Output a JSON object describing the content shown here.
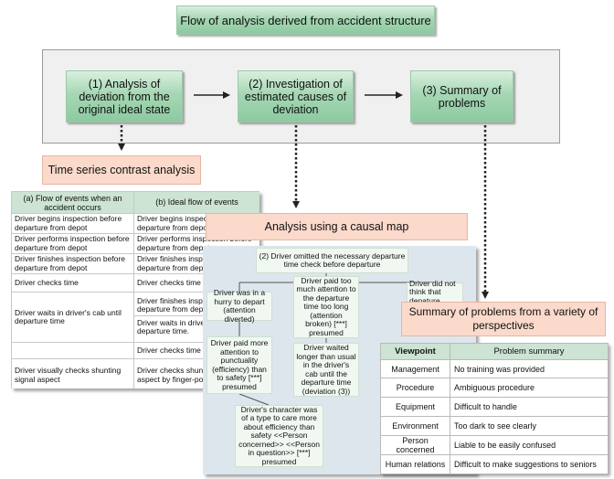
{
  "header": {
    "title": "Flow of analysis derived from accident structure"
  },
  "steps": [
    {
      "label": "(1) Analysis of deviation from the original ideal state"
    },
    {
      "label": "(2) Investigation of estimated causes of deviation"
    },
    {
      "label": "(3) Summary of problems"
    }
  ],
  "time_series": {
    "label": "Time series contrast analysis"
  },
  "causal": {
    "label": "Analysis using a causal map"
  },
  "summary_label": {
    "label": "Summary of problems from a variety of perspectives"
  },
  "events_table": {
    "col_a": "(a) Flow of events when an accident occurs",
    "col_b": "(b) Ideal flow of events",
    "rows": [
      {
        "a": "Driver begins inspection before departure from depot",
        "b": "Driver begins inspection before departure from depot"
      },
      {
        "a": "Driver performs inspection before departure from depot",
        "b": "Driver performs inspection before departure from depot"
      },
      {
        "a": "Driver finishes inspection before departure from depot",
        "b": "Driver finishes inspection before departure from depot"
      },
      {
        "a": "Driver checks time",
        "b": "Driver checks time"
      },
      {
        "a": "Driver waits in driver's cab until departure time",
        "b1": "Driver finishes inspection before departure from depot",
        "b2": "Driver waits in driver's cab until departure time."
      },
      {
        "a": "",
        "b": "Driver checks time"
      },
      {
        "a": "Driver visually checks shunting signal aspect",
        "b": "Driver checks shunting signal aspect by finger-pointing call."
      }
    ]
  },
  "causal_map": {
    "top": "(2) Driver omitted the necessary departure time check before departure",
    "nodes": [
      "Driver was in a hurry to depart (attention diverted)",
      "Driver paid too much attention to the departure time too long (attention broken) [***] presumed",
      "Driver did not think that depature",
      "Driver paid more attention to punctuality (efficiency) than to safety [***] presumed",
      "Driver waited longer than usual in the driver's cab until the departure time (deviation (3))",
      "Driver's character was of a type to care more about efficiency than safety <<Person concerned>> <<Person in question>> [***] presumed"
    ]
  },
  "summary_table": {
    "headers": [
      "Viewpoint",
      "Problem summary"
    ],
    "rows": [
      [
        "Management",
        "No training was provided"
      ],
      [
        "Procedure",
        "Ambiguous procedure"
      ],
      [
        "Equipment",
        "Difficult to handle"
      ],
      [
        "Environment",
        "Too dark to see clearly"
      ],
      [
        "Person concerned",
        "Liable to be easily confused"
      ],
      [
        "Human relations",
        "Difficult to make suggestions to seniors"
      ]
    ]
  },
  "colors": {
    "green": "#9fd3ad",
    "pink": "#fbd9cb",
    "map_bg": "#dde6ec",
    "table_header": "#cde3d3"
  }
}
